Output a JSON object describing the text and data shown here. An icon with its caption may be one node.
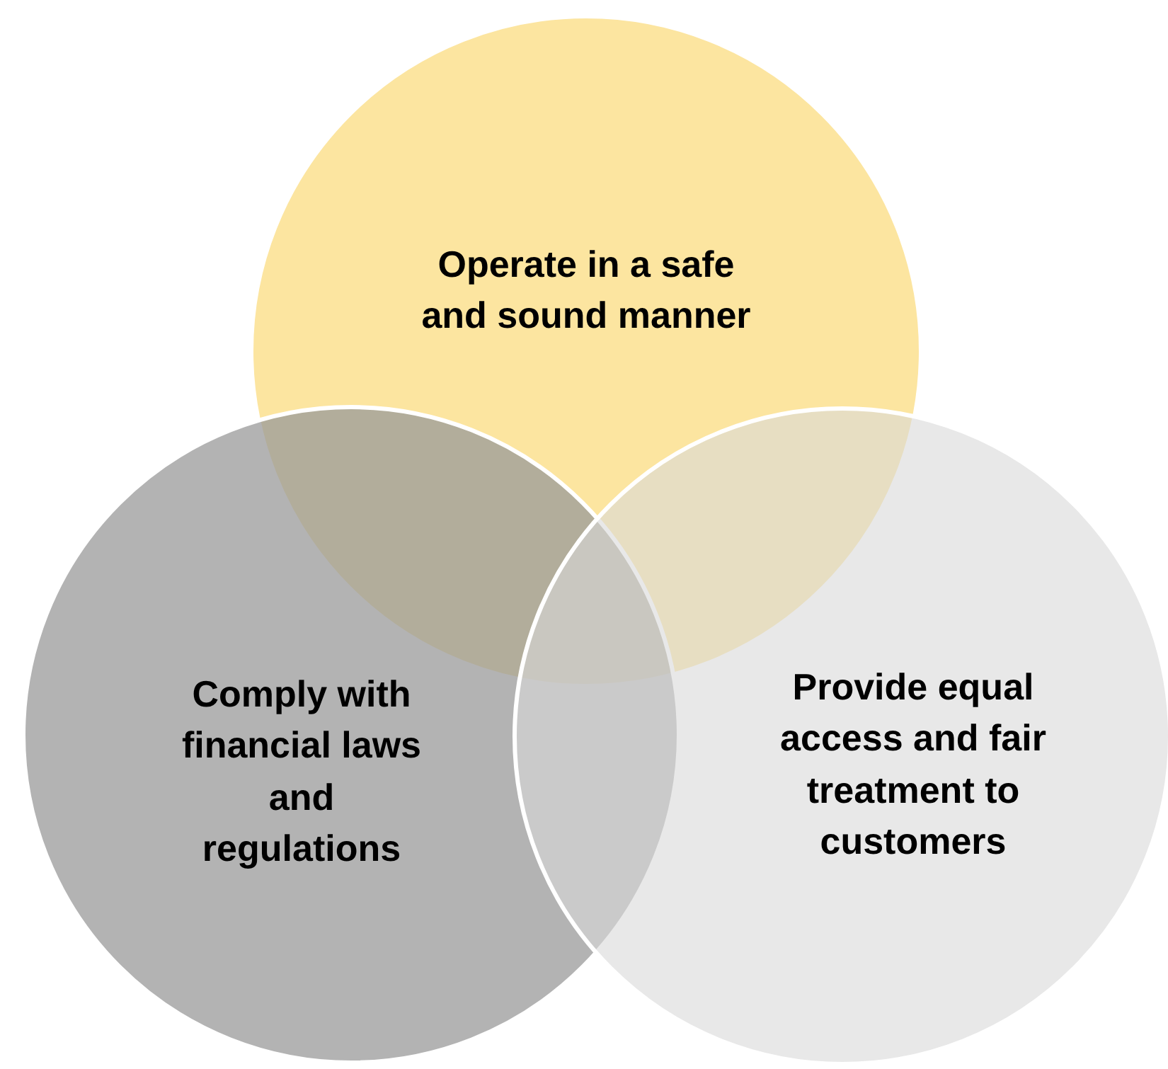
{
  "diagram": {
    "nodes": [
      {
        "text": [
          "Operate in a safe and sound manner"
        ]
      },
      {
        "text": [
          "Comply with financial laws and regulations"
        ]
      },
      {
        "text": [
          "Provide equal access and fair treatment to customers"
        ]
      }
    ]
  }
}
